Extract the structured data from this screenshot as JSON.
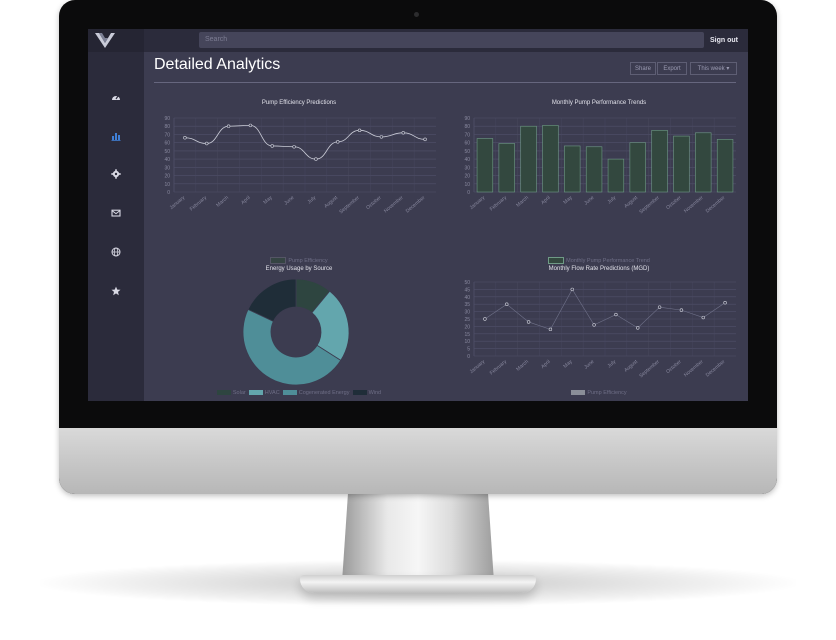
{
  "app": {
    "search_placeholder": "Search",
    "signout_label": "Sign out",
    "page_title": "Detailed Analytics",
    "toolbar": {
      "share_label": "Share",
      "export_label": "Export",
      "range_label": "This week ▾"
    },
    "sidebar": {
      "items": [
        {
          "icon": "dashboard-icon",
          "active": false
        },
        {
          "icon": "bar-chart-icon",
          "active": true
        },
        {
          "icon": "gear-icon",
          "active": false
        },
        {
          "icon": "mail-icon",
          "active": false
        },
        {
          "icon": "globe-icon",
          "active": false
        },
        {
          "icon": "star-icon",
          "active": false
        }
      ]
    },
    "colors": {
      "accent": "#3f7fd6",
      "bar_fill": "#33483f",
      "bar_stroke": "#6f9a86",
      "line": "#bfc1cc",
      "donut": [
        "#2e4540",
        "#63a6ad",
        "#4f8e98",
        "#1f2d38"
      ]
    }
  },
  "charts": {
    "efficiency": {
      "legend": "Pump Efficiency"
    },
    "performance": {
      "legend": "Monthly Pump Performance Trend"
    },
    "energy": {
      "legend": [
        "Solar",
        "HVAC",
        "Cogenerated Energy",
        "Wind"
      ]
    },
    "flow": {
      "legend": "Pump Efficiency"
    }
  },
  "chart_data": [
    {
      "type": "line",
      "title": "Pump Efficiency Predictions",
      "categories": [
        "January",
        "February",
        "March",
        "April",
        "May",
        "June",
        "July",
        "August",
        "September",
        "October",
        "November",
        "December"
      ],
      "series": [
        {
          "name": "Pump Efficiency",
          "values": [
            66,
            59,
            80,
            81,
            56,
            55,
            40,
            61,
            75,
            67,
            72,
            64
          ]
        }
      ],
      "ylim": [
        0,
        90
      ],
      "yticks": [
        0,
        10,
        20,
        30,
        40,
        50,
        60,
        70,
        80,
        90
      ],
      "grid": true,
      "legend": "bottom"
    },
    {
      "type": "bar",
      "title": "Monthly Pump Performance Trends",
      "categories": [
        "January",
        "February",
        "March",
        "April",
        "May",
        "June",
        "July",
        "August",
        "September",
        "October",
        "November",
        "December"
      ],
      "series": [
        {
          "name": "Monthly Pump Performance Trend",
          "values": [
            65,
            59,
            80,
            81,
            56,
            55,
            40,
            60,
            75,
            68,
            72,
            64
          ]
        }
      ],
      "ylim": [
        0,
        90
      ],
      "yticks": [
        0,
        10,
        20,
        30,
        40,
        50,
        60,
        70,
        80,
        90
      ],
      "grid": true,
      "legend": "bottom"
    },
    {
      "type": "pie",
      "title": "Energy Usage by Source",
      "categories": [
        "Solar",
        "HVAC",
        "Cogenerated Energy",
        "Wind"
      ],
      "values": [
        11,
        23,
        48,
        18
      ],
      "legend": "bottom"
    },
    {
      "type": "line",
      "title": "Monthly Flow Rate Predictions (MGD)",
      "categories": [
        "January",
        "February",
        "March",
        "April",
        "May",
        "June",
        "July",
        "August",
        "September",
        "October",
        "November",
        "December"
      ],
      "series": [
        {
          "name": "Pump Efficiency",
          "values": [
            25,
            35,
            23,
            18,
            45,
            21,
            28,
            19,
            33,
            31,
            26,
            36
          ]
        }
      ],
      "ylim": [
        0,
        50
      ],
      "yticks": [
        0,
        5,
        10,
        15,
        20,
        25,
        30,
        35,
        40,
        45,
        50
      ],
      "grid": true,
      "legend": "bottom"
    }
  ]
}
